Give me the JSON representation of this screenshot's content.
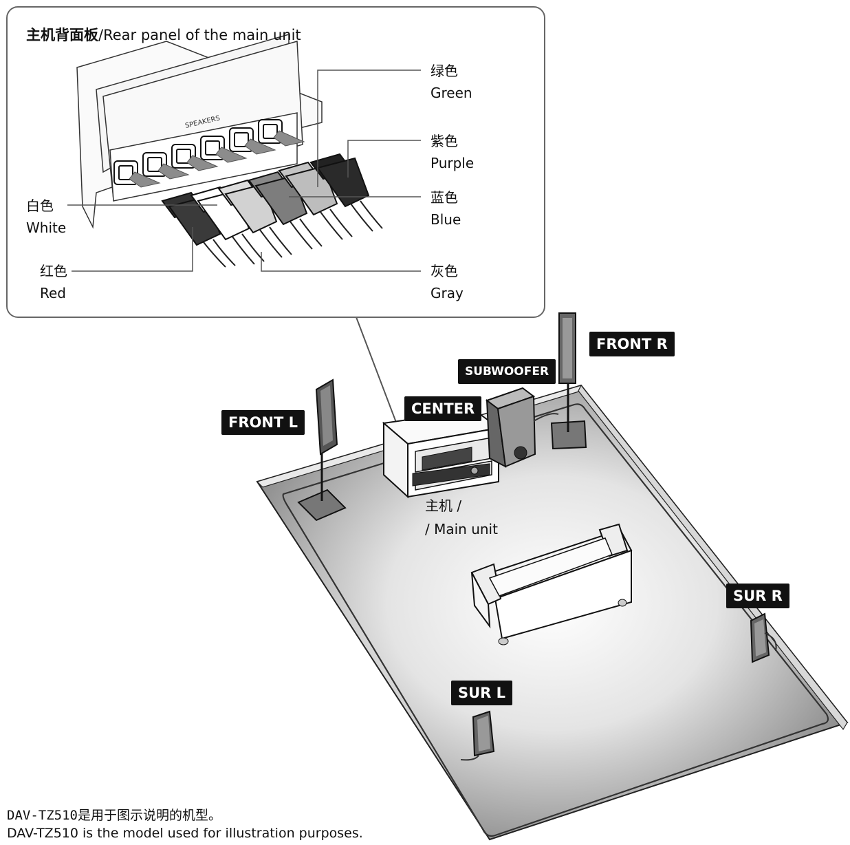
{
  "panel": {
    "title_zh": "主机背面板",
    "title_en": "/Rear panel of the main unit",
    "speakers_label": "SPEAKERS"
  },
  "cable_labels": {
    "green": {
      "zh": "绿色",
      "en": "Green"
    },
    "purple": {
      "zh": "紫色",
      "en": "Purple"
    },
    "white": {
      "zh": "白色",
      "en": "White"
    },
    "blue": {
      "zh": "蓝色",
      "en": "Blue"
    },
    "red": {
      "zh": "红色",
      "en": "Red"
    },
    "gray": {
      "zh": "灰色",
      "en": "Gray"
    }
  },
  "cable_colors": {
    "green": "#bdbdbd",
    "purple": "#2a2a2a",
    "white": "#ffffff",
    "blue": "#7d7d7d",
    "red": "#3a3a3a",
    "gray": "#d2d2d2"
  },
  "speakers": {
    "front_l": "FRONT L",
    "front_r": "FRONT R",
    "center": "CENTER",
    "subwoofer": "SUBWOOFER",
    "sur_l": "SUR L",
    "sur_r": "SUR R"
  },
  "main_unit": {
    "zh": "主机 /",
    "en": "/ Main unit"
  },
  "note": {
    "zh": "DAV-TZ510是用于图示说明的机型。",
    "en": "DAV-TZ510 is the model used for illustration purposes."
  }
}
